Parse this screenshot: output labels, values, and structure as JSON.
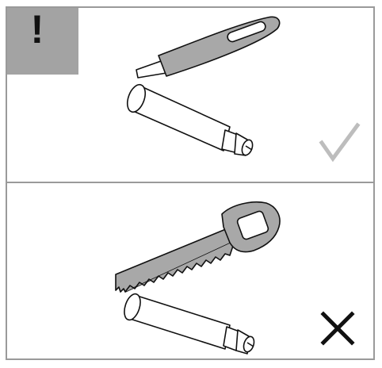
{
  "warning_badge": {
    "symbol": "!",
    "background": "#a3a3a3"
  },
  "panels": [
    {
      "tool": "utility-knife",
      "verdict": "correct",
      "mark": "check-icon",
      "mark_color": "#bdbdbd"
    },
    {
      "tool": "handsaw",
      "verdict": "incorrect",
      "mark": "cross-icon",
      "mark_color": "#111111"
    }
  ],
  "colors": {
    "frame": "#9a9a9a",
    "tool_fill": "#a8a8a8",
    "outline": "#111111"
  }
}
